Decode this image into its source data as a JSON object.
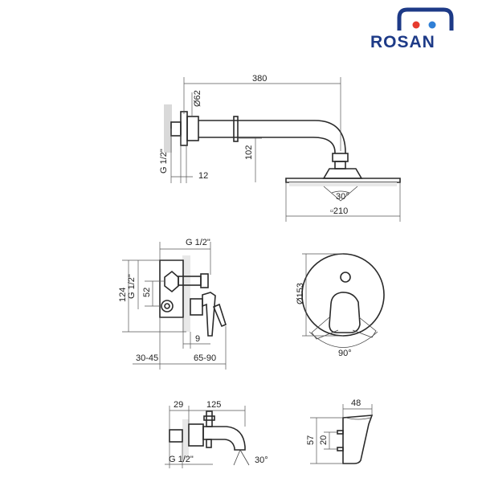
{
  "brand": {
    "logo_text": "ROSAN",
    "colors": {
      "blue": "#1d3a87",
      "red": "#e63b2e",
      "light_blue": "#2f7fd6"
    }
  },
  "dimensions": {
    "arm_length": "380",
    "flange_dia": "Ø62",
    "thread_top": "G 1/2\"",
    "wall_offset": "12",
    "drop_height": "102",
    "spray_angle": "30°",
    "head_size": "▫210",
    "valve_thread": "G 1/2\"",
    "valve_height": "124",
    "valve_thread_side": "G 1/2\"",
    "valve_center": "52",
    "valve_9": "9",
    "depth_a": "30-45",
    "depth_b": "65-90",
    "plate_dia": "Ø153",
    "lever_angle": "90°",
    "spout_29": "29",
    "spout_125": "125",
    "spout_thread": "G 1/2\"",
    "spout_angle": "30°",
    "holder_48": "48",
    "holder_57": "57",
    "holder_20": "20"
  }
}
